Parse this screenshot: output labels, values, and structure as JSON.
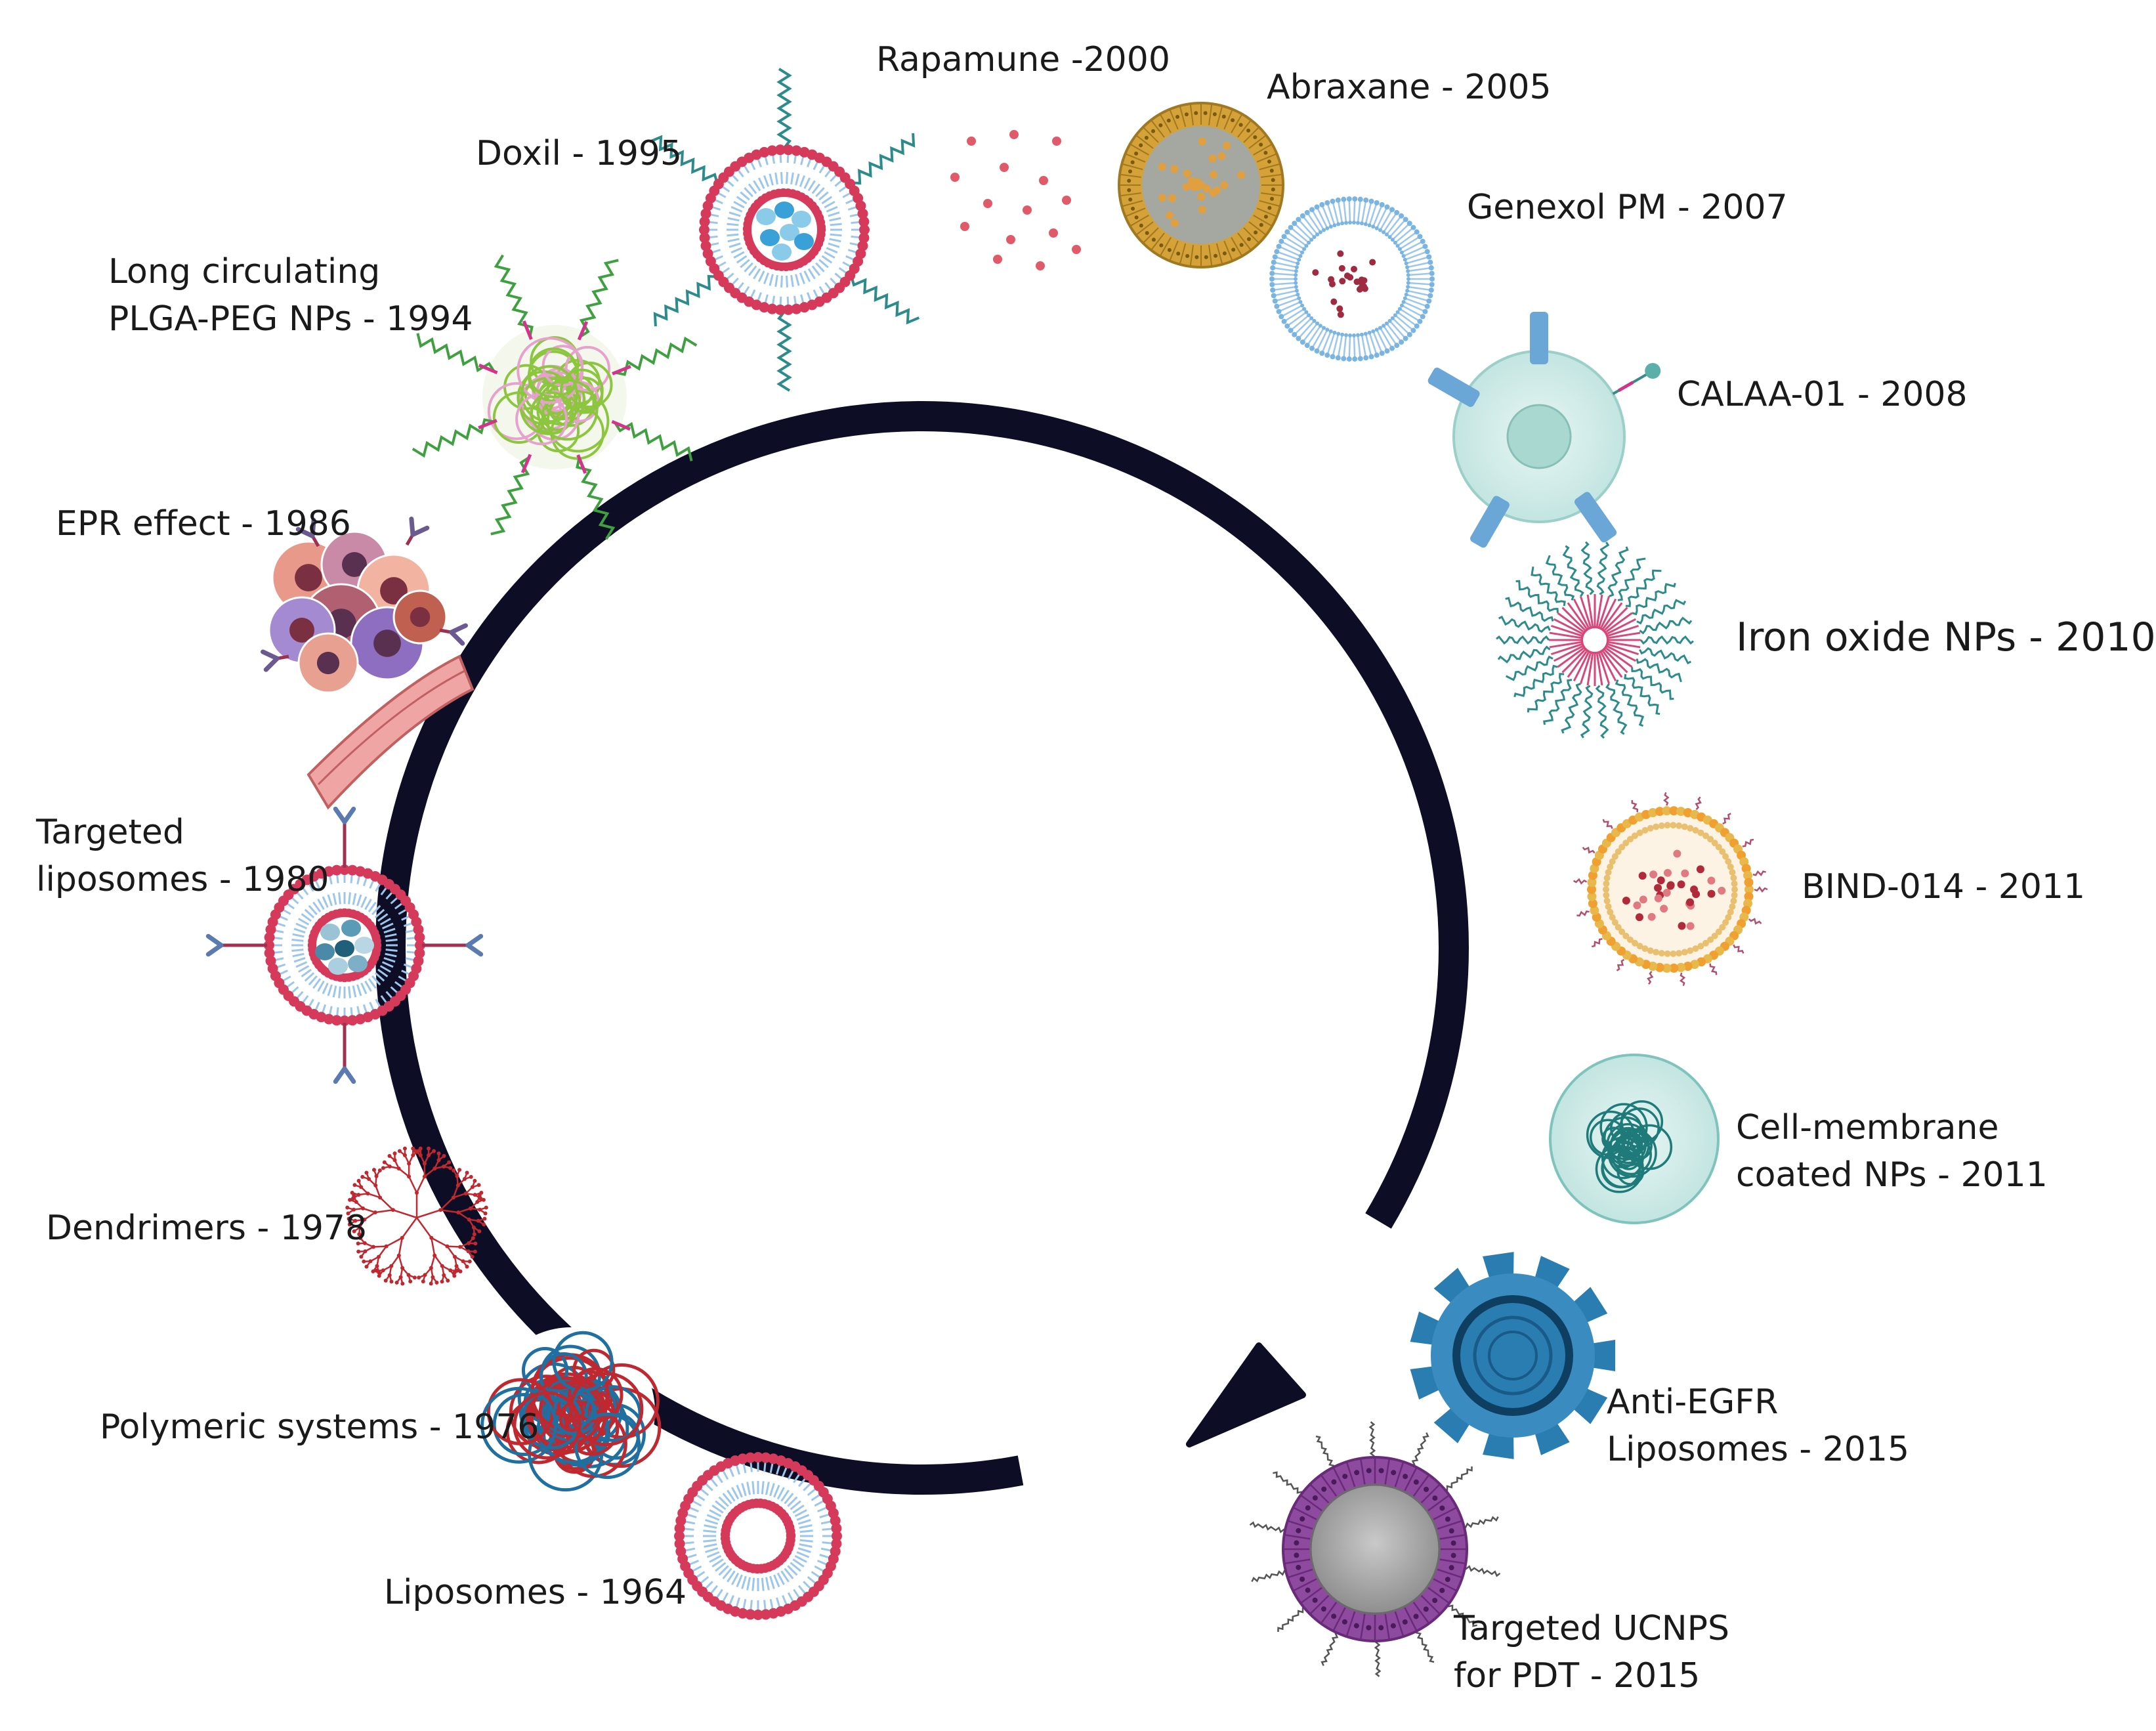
{
  "milestones": [
    {
      "label": "Liposomes - 1964"
    },
    {
      "label": "Polymeric systems - 1976"
    },
    {
      "label": "Dendrimers - 1978"
    },
    {
      "lines": [
        "Targeted",
        "liposomes - 1980"
      ]
    },
    {
      "label": "EPR effect - 1986"
    },
    {
      "lines": [
        "Long circulating",
        "PLGA-PEG NPs  - 1994"
      ]
    },
    {
      "label": "Doxil - 1995"
    },
    {
      "label": "Rapamune -2000"
    },
    {
      "label": "Abraxane - 2005"
    },
    {
      "label": "Genexol PM - 2007"
    },
    {
      "label": "CALAA-01 - 2008"
    },
    {
      "label": "Iron oxide NPs - 2010"
    },
    {
      "label": "BIND-014 - 2011"
    },
    {
      "lines": [
        "Cell-membrane",
        "coated NPs - 2011"
      ]
    },
    {
      "lines": [
        "Anti-EGFR",
        "Liposomes - 2015"
      ]
    },
    {
      "lines": [
        "Targeted UCNPS",
        "for PDT - 2015"
      ]
    }
  ],
  "colors": {
    "arrow": "#0d0d26",
    "lipid_head": "#d63a5a",
    "lipid_tail": "#9cc6ea",
    "teal": "#2e8b8b",
    "green": "#6ab023",
    "gold": "#d4a238",
    "purple": "#8e4a9e",
    "blue": "#2a7db0"
  }
}
